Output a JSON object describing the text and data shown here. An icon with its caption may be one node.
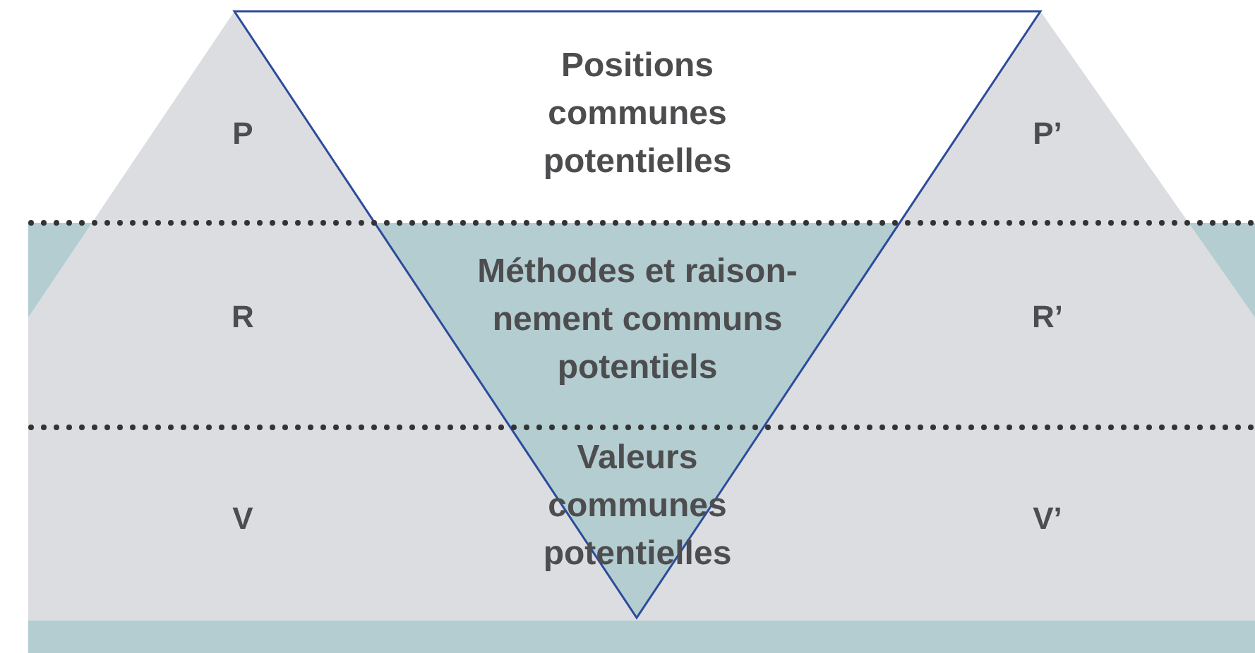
{
  "diagram": {
    "nodes": [
      {
        "text": [
          "Positions communes potentielles",
          "Méthodes et raison- nement communs potentiels",
          "Valeurs communes potentielles"
        ]
      }
    ],
    "labels": [
      "P",
      "P’",
      "R",
      "R’",
      "V",
      "V’"
    ]
  }
}
